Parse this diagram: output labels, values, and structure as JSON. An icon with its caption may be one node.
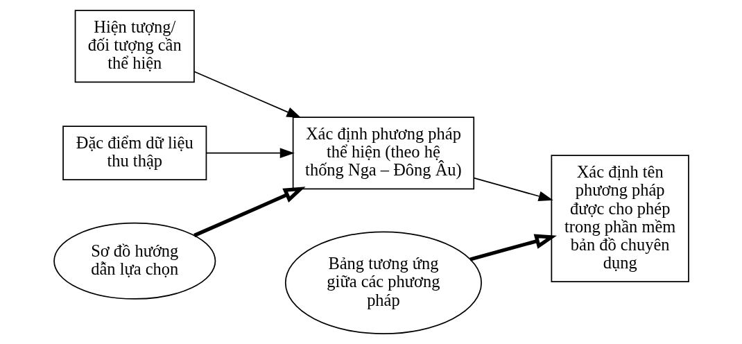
{
  "diagram": {
    "nodes": [
      {
        "text": [
          "Hiện tượng/ đối tượng cần thể hiện"
        ]
      },
      {
        "text": [
          "Đặc điểm dữ liệu thu thập"
        ]
      },
      {
        "text": [
          "Xác định phương pháp thể hiện (theo hệ thống Nga – Đông Âu)"
        ]
      },
      {
        "text": [
          "Xác định tên phương pháp được cho phép trong phần mềm bản đồ chuyên dụng"
        ]
      },
      {
        "text": [
          "Sơ đồ hướng dẫn lựa chọn"
        ]
      },
      {
        "text": [
          "Bảng tương ứng giữa các phương pháp"
        ]
      }
    ],
    "edges": [
      {
        "from": 0,
        "to": 2,
        "arrow": "to"
      },
      {
        "from": 1,
        "to": 2,
        "arrow": "to"
      },
      {
        "from": 2,
        "to": 3,
        "arrow": "to"
      },
      {
        "from": 4,
        "to": 2,
        "arrow": "to",
        "style": "thick"
      },
      {
        "from": 5,
        "to": 3,
        "arrow": "to",
        "style": "thick"
      }
    ]
  }
}
